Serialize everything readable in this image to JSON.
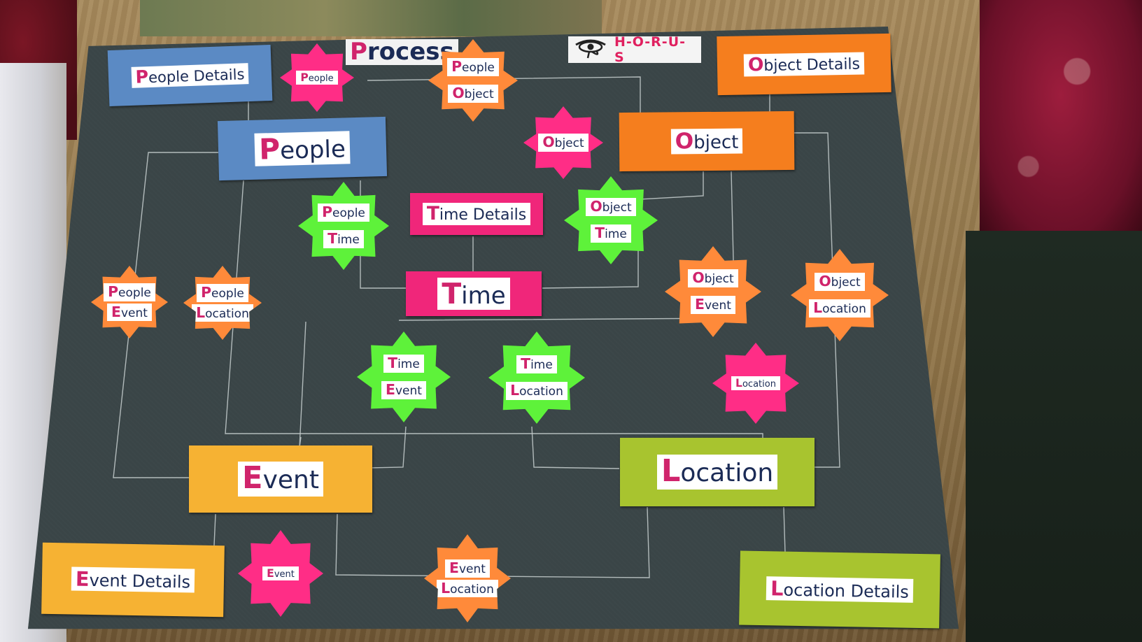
{
  "diagram": {
    "process_title": "Process",
    "brand": {
      "name": "H-O-R-U-S",
      "icon": "eye-of-horus-icon"
    },
    "boxes": {
      "people_details": "People Details",
      "object_details": "Object Details",
      "people": "People",
      "object": "Object",
      "time_details": "Time Details",
      "time": "Time",
      "event": "Event",
      "location": "Location",
      "event_details": "Event Details",
      "location_details": "Location Details"
    },
    "stars": {
      "people": "People",
      "people_object": [
        "People",
        "Object"
      ],
      "object": "Object",
      "people_time": [
        "People",
        "Time"
      ],
      "object_time": [
        "Object",
        "Time"
      ],
      "people_event": [
        "People",
        "Event"
      ],
      "people_location": [
        "People",
        "Location"
      ],
      "object_event": [
        "Object",
        "Event"
      ],
      "object_location": [
        "Object",
        "Location"
      ],
      "time_event": [
        "Time",
        "Event"
      ],
      "time_location": [
        "Time",
        "Location"
      ],
      "location": "Location",
      "event": "Event",
      "event_location": [
        "Event",
        "Location"
      ]
    },
    "colors": {
      "board": "#3a4547",
      "people": "#5b8ac4",
      "object": "#f57e1e",
      "time": "#f0267a",
      "event": "#f6b233",
      "location": "#a8c42f",
      "star_pink": "#ff2d86",
      "star_orange": "#ff8a3a",
      "star_green": "#5ef23a"
    }
  }
}
